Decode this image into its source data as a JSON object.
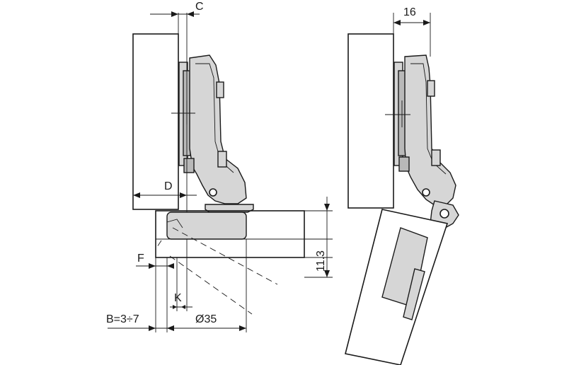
{
  "labels": {
    "c": "C",
    "d": "D",
    "f": "F",
    "k": "K",
    "b": "B=3÷7",
    "d35": "Ø35",
    "h113": "11.3",
    "w16": "16"
  },
  "colors": {
    "line": "#1a1a1a",
    "metal": "#d6d6d6",
    "metal_dark": "#b9b9b9",
    "background": "#ffffff"
  }
}
